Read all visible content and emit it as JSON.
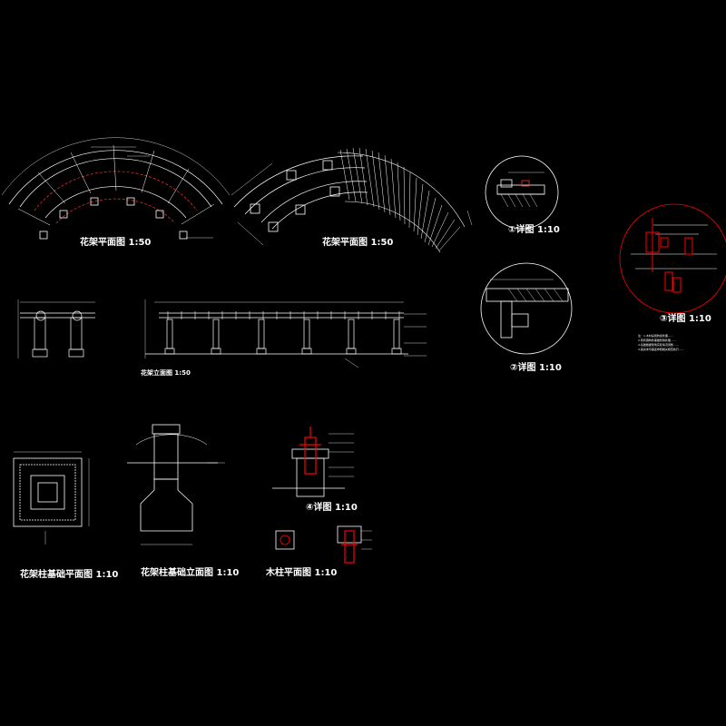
{
  "colors": {
    "background": "#000000",
    "lines": "#ffffff",
    "accent": "#ff0000",
    "dim": "#00ffff"
  },
  "titles": {
    "plan_a": "花架平面图 1:50",
    "plan_b": "花架平面图 1:50",
    "detail_1": "①详图 1:10",
    "detail_2": "②详图 1:10",
    "detail_3": "③详图 1:10",
    "detail_4": "④详图 1:10",
    "elevation": "花架立面图 1:50",
    "base_plan": "花架柱基础平面图 1:10",
    "base_section": "花架柱基础立面图 1:10",
    "post_plan": "木柱平面图 1:10"
  },
  "notes": {
    "general": "注：1.木材采用防腐处理……\n2.所有钢构件需做防锈处理……\n3.基础根据现场实际情况调整……\n4.其余未尽事宜参照相关规范执行……"
  }
}
